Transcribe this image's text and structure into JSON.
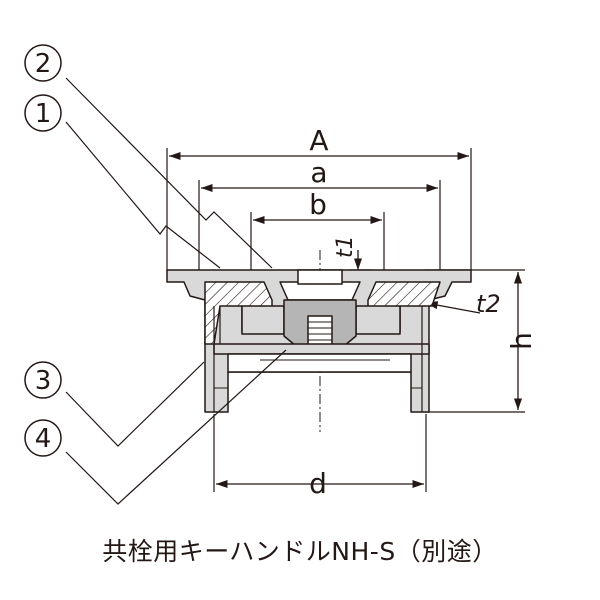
{
  "callouts": {
    "c1": "1",
    "c2": "2",
    "c3": "3",
    "c4": "4"
  },
  "dimensions": {
    "A": "A",
    "a": "a",
    "b": "b",
    "t1": "t1",
    "t2": "t2",
    "h": "h",
    "d": "d"
  },
  "caption": "共栓用キーハンドルNH-S（別途）",
  "colors": {
    "line": "#231815",
    "gray_fill": "#d9d9d9",
    "dark_gray": "#b5b5b5"
  }
}
